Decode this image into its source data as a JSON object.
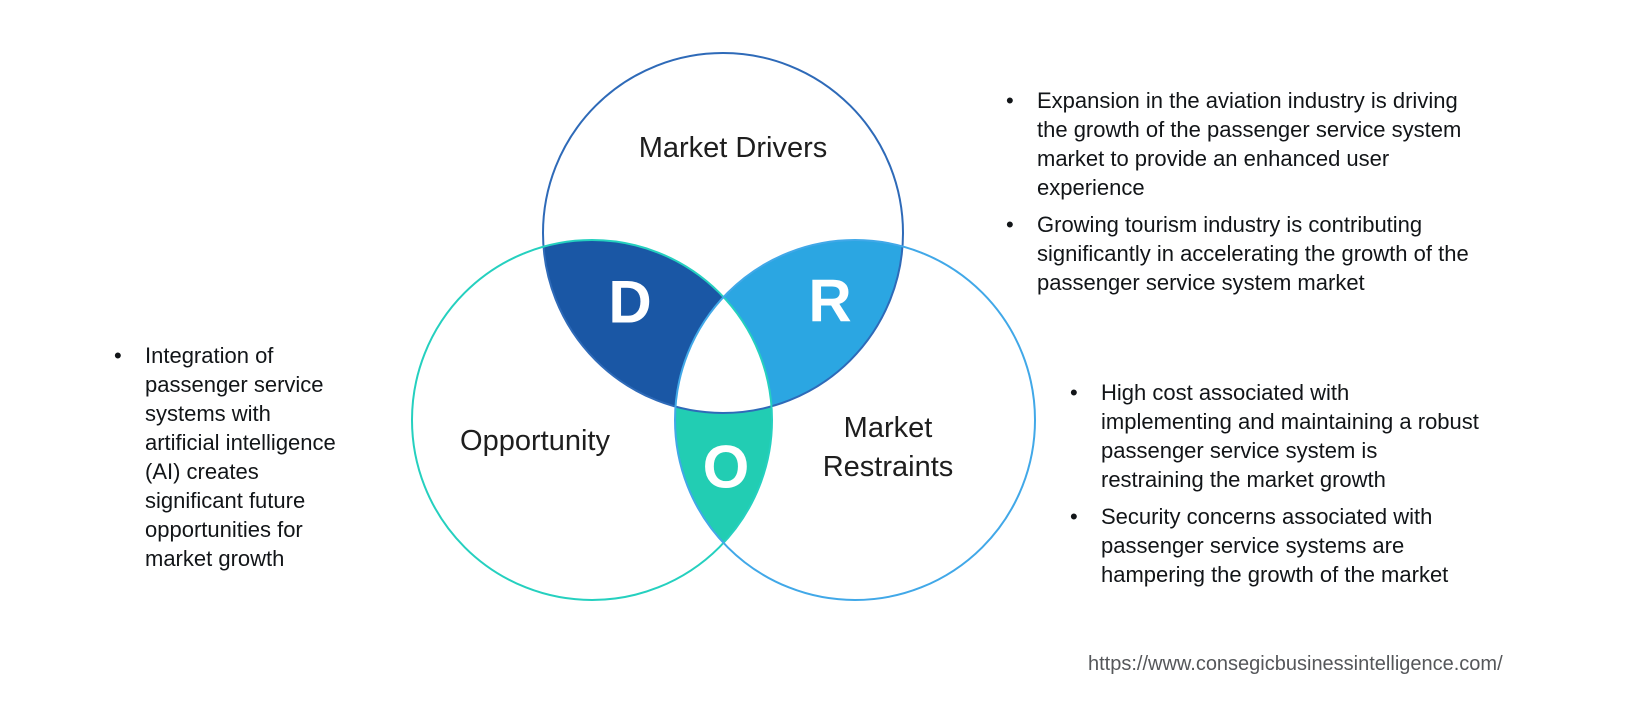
{
  "ui": {
    "bullet": "•"
  },
  "venn": {
    "drivers": {
      "label": "Market Drivers",
      "letter": "D",
      "region_fill": "#1a57a5",
      "outline": "#2e6ab8"
    },
    "restraints": {
      "label": "Market Restraints",
      "letter": "R",
      "region_fill": "#2ba6e2",
      "outline": "#41a8e8"
    },
    "opportunity": {
      "label": "Opportunity",
      "letter": "O",
      "region_fill": "#22cdb3",
      "outline": "#25d0bf"
    }
  },
  "bullets": {
    "drivers": [
      "Expansion in the aviation industry is driving the growth of the passenger service system market to provide an enhanced user experience",
      "Growing tourism industry is contributing significantly in accelerating the growth of the passenger service system market"
    ],
    "restraints": [
      "High cost associated with implementing and maintaining a robust passenger service system is restraining the market growth",
      "Security concerns associated with passenger service systems are hampering the growth of the market"
    ],
    "opportunity": [
      "Integration of passenger service systems with artificial intelligence (AI) creates significant future opportunities for market growth"
    ]
  },
  "footer": {
    "url": "https://www.consegicbusinessintelligence.com/"
  }
}
